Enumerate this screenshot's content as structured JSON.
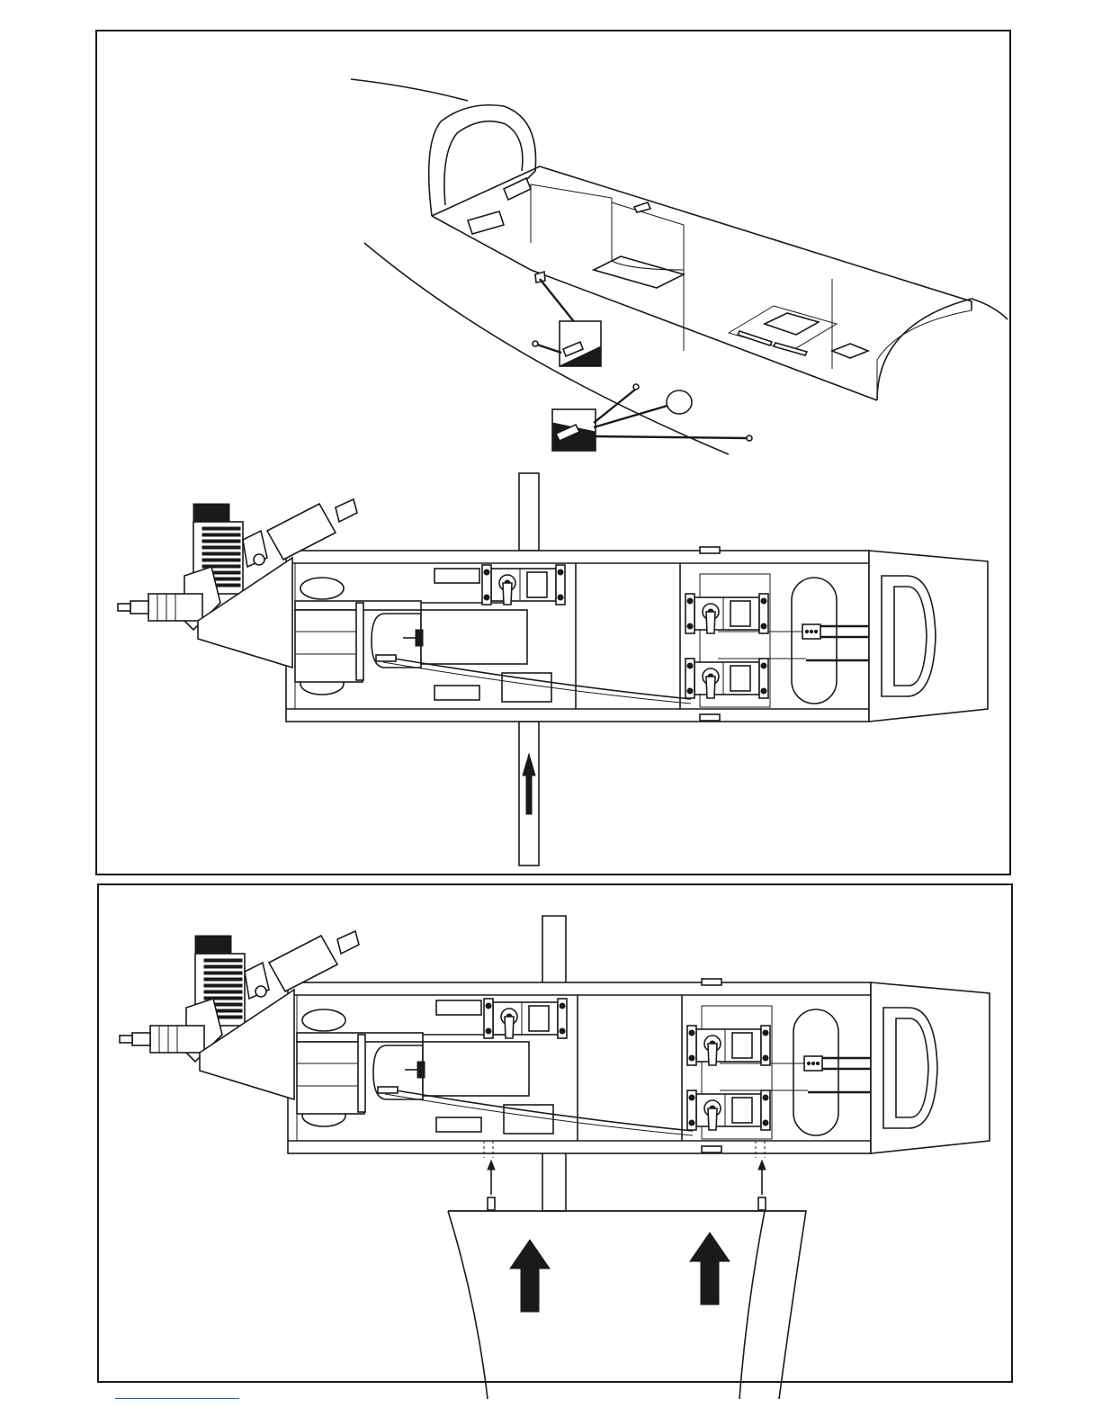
{
  "document": {
    "type": "assembly-illustration",
    "panels": [
      {
        "id": "top",
        "views": [
          "fuselage-cockpit-perspective",
          "fuselage-top-view-with-servos"
        ]
      },
      {
        "id": "bottom",
        "views": [
          "fuselage-top-view-with-wing-insertion"
        ]
      }
    ]
  },
  "components": {
    "engine": "engine-icon",
    "muffler": "muffler-icon",
    "fuel_tank": "fuel-tank-icon",
    "servo": "servo-icon",
    "pushrod": "pushrod-icon",
    "wing_tube": "wing-tube-icon",
    "wing": "wing-icon",
    "arrow": "arrow-up-icon"
  },
  "counts": {
    "servos_per_view": 3,
    "wing_arrows": 2,
    "dowel_arrows": 2
  },
  "colors": {
    "ink": "#1a1a1a",
    "paper": "#ffffff",
    "link": "#2a4fd0"
  }
}
